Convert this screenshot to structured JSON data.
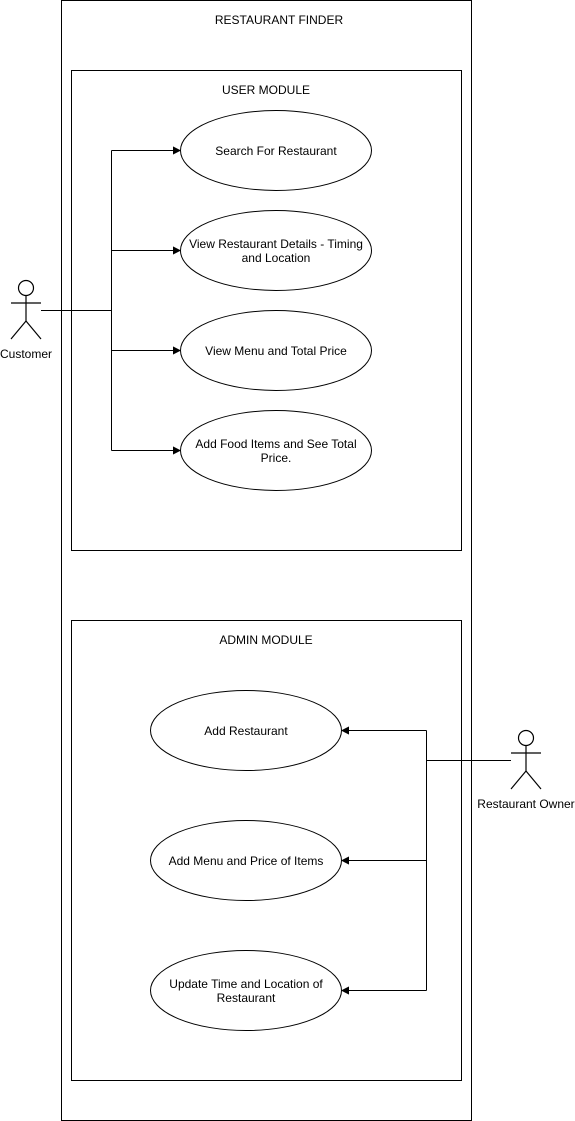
{
  "system": {
    "title": "RESTAURANT FINDER"
  },
  "user_module": {
    "title": "USER MODULE",
    "use_cases": [
      {
        "line1": "Search For Restaurant",
        "line2": ""
      },
      {
        "line1": "View Restaurant Details - Timing",
        "line2": "and Location"
      },
      {
        "line1": "View Menu and Total Price",
        "line2": ""
      },
      {
        "line1": "Add Food Items and See Total",
        "line2": "Price."
      }
    ]
  },
  "admin_module": {
    "title": "ADMIN MODULE",
    "use_cases": [
      {
        "line1": "Add Restaurant",
        "line2": ""
      },
      {
        "line1": "Add Menu and Price of Items",
        "line2": ""
      },
      {
        "line1": "Update Time and Location of",
        "line2": "Restaurant"
      }
    ]
  },
  "actors": {
    "customer": "Customer",
    "owner": "Restaurant Owner"
  }
}
